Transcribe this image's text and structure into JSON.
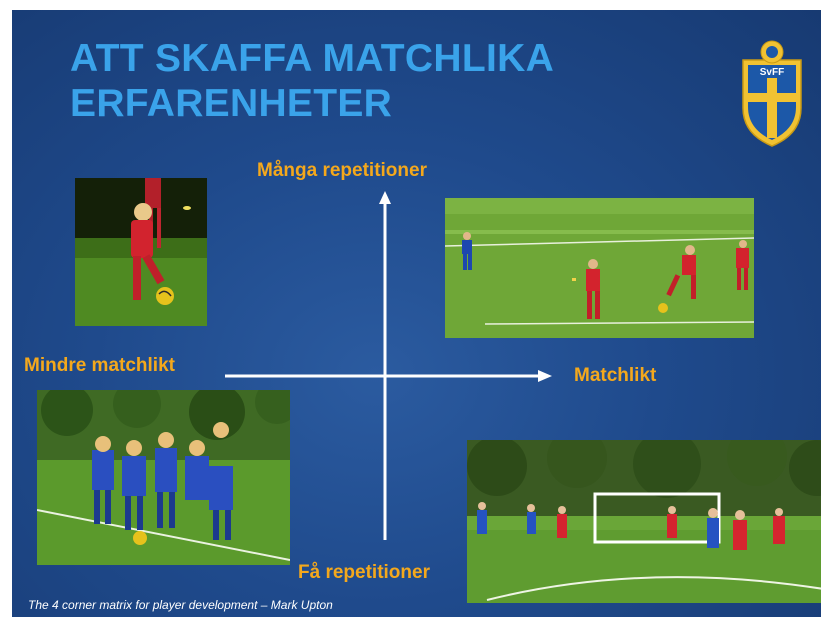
{
  "slide": {
    "title_lines": [
      "ATT SKAFFA MATCHLIKA",
      "ERFARENHETER"
    ],
    "crest_text": "SvFF",
    "axis": {
      "top": "Många repetitioner",
      "bottom": "Få repetitioner",
      "left": "Mindre matchlikt",
      "right": "Matchlikt"
    },
    "credit": "The 4 corner matrix for player development – Mark Upton"
  },
  "colors": {
    "background": "#1f4a8c",
    "title": "#3aa3ea",
    "axis_label": "#f4a81c",
    "arrow": "#ffffff",
    "crest_gold": "#f1c232",
    "crest_blue": "#1c58a8"
  },
  "photos": [
    {
      "name": "player-dribbling-photo",
      "subject": "girl in red kit dribbling ball at night"
    },
    {
      "name": "small-sided-game-photo",
      "subject": "boys in red and blue playing small-sided game"
    },
    {
      "name": "group-of-girls-photo",
      "subject": "girls in blue kits gathered around a ball"
    },
    {
      "name": "full-match-photo",
      "subject": "full match on grass field with goal"
    }
  ]
}
